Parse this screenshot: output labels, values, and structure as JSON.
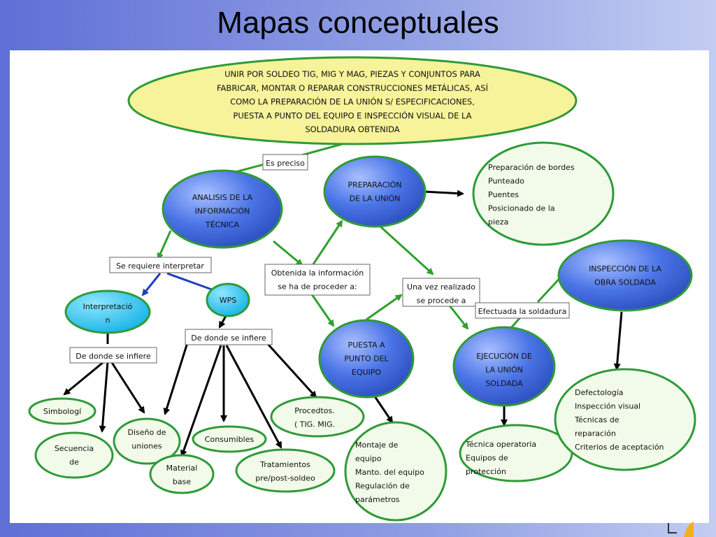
{
  "slide": {
    "title": "Mapas conceptuales"
  },
  "colors": {
    "top_oval": "#f7f39a",
    "blue_node": "#4a74e6",
    "cyan_node": "#2ec3ee",
    "green_oval": "#f2fbe9",
    "border_green": "#2f9a38",
    "arrow_green": "#2ea12e",
    "arrow_blue": "#1f3fbf"
  },
  "nodes": {
    "top": [
      "UNIR POR SOLDEO TIG, MIG Y MAG, PIEZAS Y CONJUNTOS PARA",
      "FABRICAR, MONTAR O REPARAR CONSTRUCCIONES METÁLICAS, ASÍ",
      "COMO LA PREPARACIÓN DE LA UNIÓN S/ ESPECIFICACIONES,",
      "PUESTA A PUNTO DEL EQUIPO E INSPECCIÓN VISUAL DE LA",
      "SOLDADURA OBTENIDA"
    ],
    "analisis": [
      "ANALISIS DE LA",
      "INFORMACIÓN",
      "TÉCNICA"
    ],
    "preparacion": [
      "PREPARACIÓN",
      "DE LA UNIÓN"
    ],
    "prep_details": [
      "Preparación de bordes",
      "Punteado",
      "Puentes",
      "Posicionado de la",
      "pieza"
    ],
    "inspeccion": [
      "INSPECCIÓN DE LA",
      "OBRA SOLDADA"
    ],
    "interpretacion": [
      "Interpretació",
      "n"
    ],
    "wps": [
      "WPS"
    ],
    "puesta": [
      "PUESTA A",
      "PUNTO DEL",
      "EQUIPO"
    ],
    "ejecucion": [
      "EJECUCIÓN DE",
      "LA UNIÓN",
      "SOLDADA"
    ],
    "simbologia": [
      "Simbologí"
    ],
    "secuencia": [
      "Secuencia",
      "de"
    ],
    "diseno": [
      "Diseño de",
      "uniones"
    ],
    "material": [
      "Material",
      "base"
    ],
    "consumibles": [
      "Consumibles"
    ],
    "tratamientos": [
      "Tratamientos",
      "pre/post-soldeo"
    ],
    "procedtos": [
      "Procedtos.",
      "( TIG. MIG."
    ],
    "montaje": [
      "Montaje de",
      "equipo",
      "Manto. del equipo",
      "Regulación de",
      "parámetros"
    ],
    "tecnica": [
      "Técnica operatoria",
      "Equipos de",
      "protección"
    ],
    "defecto": [
      "Defectología",
      "Inspección visual",
      "Técnicas de",
      "reparación",
      "Criterios de aceptación"
    ]
  },
  "links": {
    "es_preciso": [
      "Es preciso"
    ],
    "se_requiere": [
      "Se requiere interpretar"
    ],
    "obtenida": [
      "Obtenida la información",
      "se ha de proceder a:"
    ],
    "una_vez": [
      "Una vez realizado",
      "se procede  a"
    ],
    "efectuada": [
      "Efectuada la soldadura"
    ],
    "de_donde_1": [
      "De donde se infiere"
    ],
    "de_donde_2": [
      "De donde se infiere"
    ]
  }
}
